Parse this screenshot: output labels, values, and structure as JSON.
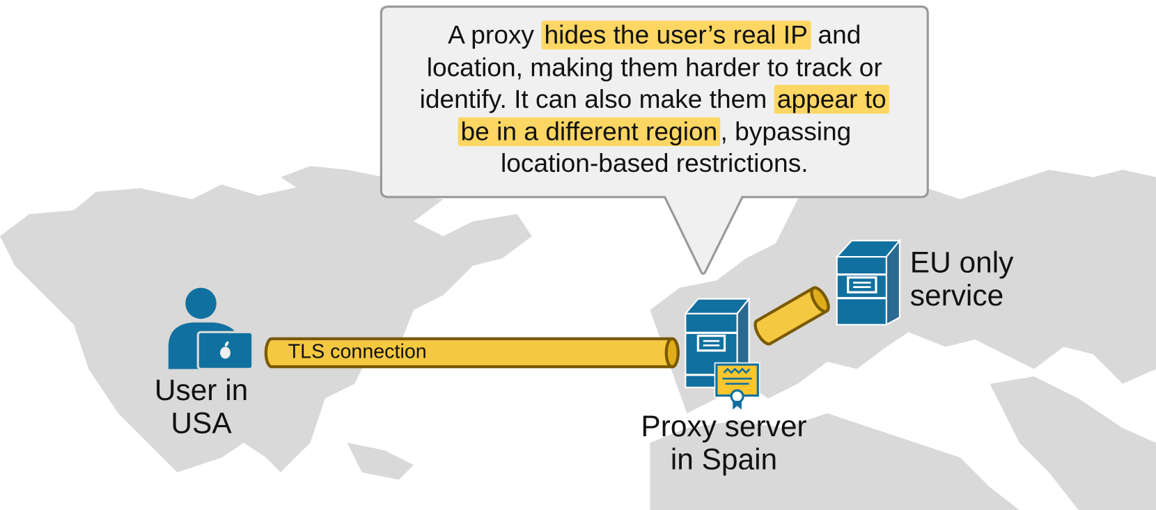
{
  "callout": {
    "lines": [
      [
        {
          "text": "A proxy ",
          "hl": false
        },
        {
          "text": "hides the user’s real IP",
          "hl": true
        },
        {
          "text": " and",
          "hl": false
        }
      ],
      [
        {
          "text": "location, making them harder to track or",
          "hl": false
        }
      ],
      [
        {
          "text": "identify. It can also make them ",
          "hl": false
        },
        {
          "text": "appear to",
          "hl": true
        }
      ],
      [
        {
          "text": "be in a different region",
          "hl": true
        },
        {
          "text": ", bypassing",
          "hl": false
        }
      ],
      [
        {
          "text": "location-based restrictions.",
          "hl": false
        }
      ]
    ]
  },
  "user": {
    "line1": "User in",
    "line2": "USA"
  },
  "proxy": {
    "line1": "Proxy server",
    "line2": "in Spain"
  },
  "service": {
    "line1": "EU only",
    "line2": "service"
  },
  "connection": {
    "label": "TLS connection"
  },
  "colors": {
    "map": "#d9d9d9",
    "icon_blue": "#10709f",
    "pipe": "#f5c842",
    "pipe_stroke": "#7a5a00",
    "highlight": "#fdd663",
    "callout_bg": "#f0f0f0"
  }
}
